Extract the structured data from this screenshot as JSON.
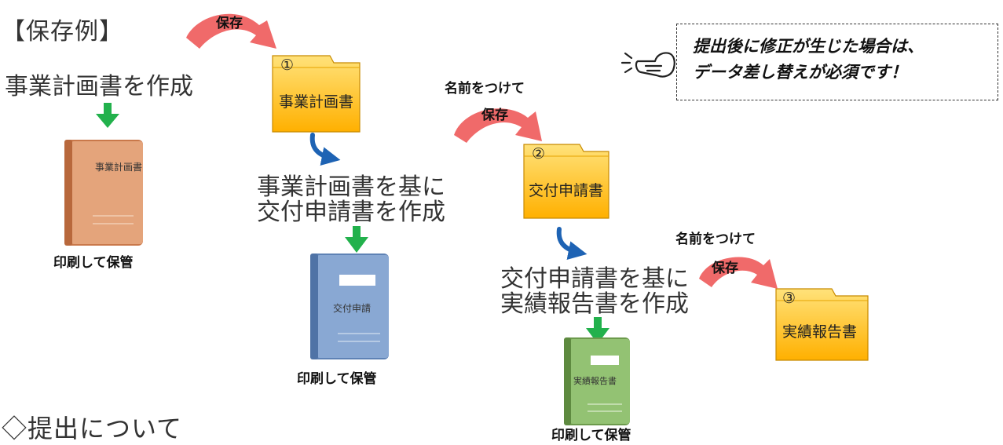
{
  "heading_example": "【保存例】",
  "heading_submission": "◇提出について",
  "col1": {
    "step_text": "事業計画書を作成",
    "book_title": "事業計画書",
    "print_label": "印刷して保管"
  },
  "folder1": {
    "number": "①",
    "label": "事業計画書",
    "save_label": "保存"
  },
  "col2": {
    "step_line1": "事業計画書を基に",
    "step_line2": "交付申請書を作成",
    "book_title": "交付申請",
    "print_label": "印刷して保管"
  },
  "folder2": {
    "number": "②",
    "label": "交付申請書",
    "save_line1": "名前をつけて",
    "save_line2": "保存"
  },
  "col3": {
    "step_line1": "交付申請書を基に",
    "step_line2": "実績報告書を作成",
    "book_title": "実績報告書",
    "print_label": "印刷して保管"
  },
  "folder3": {
    "number": "③",
    "label": "実績報告書",
    "save_line1": "名前をつけて",
    "save_line2": "保存"
  },
  "notice": {
    "line1": "提出後に修正が生じた場合は、",
    "line2": "データ差し替えが必須です！"
  },
  "colors": {
    "folder_fill": "#ffc72a",
    "folder_stroke": "#c88a00",
    "red_arrow": "#f06a6a",
    "blue_arrow": "#1e63b4",
    "green_arrow": "#22b14c",
    "book_orange": "#df9a6c",
    "book_blue": "#7e9fc9",
    "book_green": "#8cbc6a"
  },
  "icons": [
    "pointing-hand-icon",
    "folder-icon",
    "book-icon",
    "curved-arrow-icon",
    "down-arrow-icon"
  ]
}
